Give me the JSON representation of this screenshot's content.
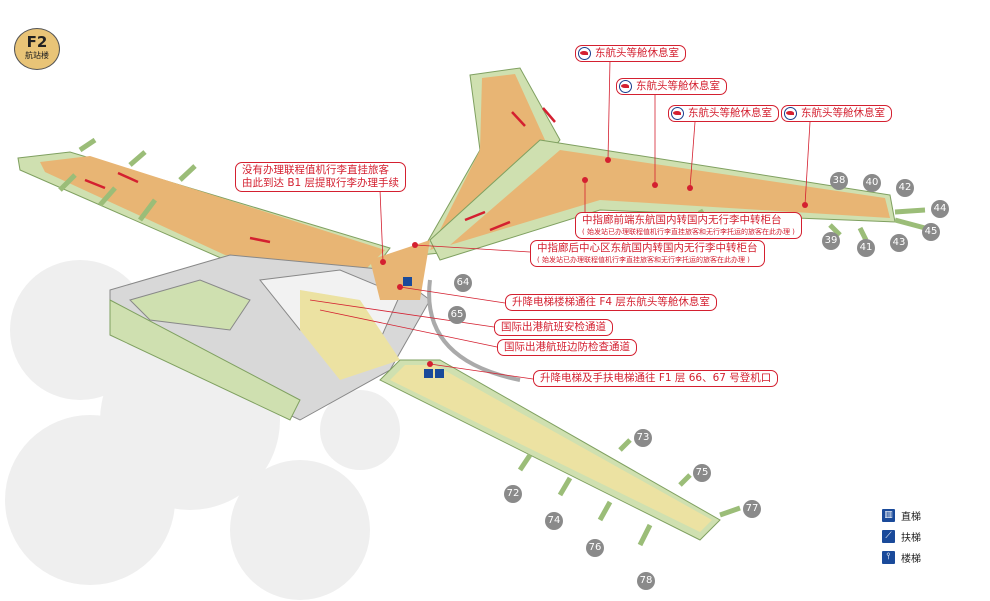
{
  "badge": {
    "floor": "F2",
    "building": "航站楼"
  },
  "lounges": [
    "东航头等舱休息室",
    "东航头等舱休息室",
    "东航头等舱休息室",
    "东航头等舱休息室"
  ],
  "callouts": {
    "baggage_line1": "没有办理联程值机行李直挂旅客",
    "baggage_line2": "由此到达 B1 层提取行李办理手续",
    "front_counter": "中指廊前端东航国内转国内无行李中转柜台",
    "front_counter_note": "( 始发站已办理联程值机行李直挂旅客和无行李托运的旅客在此办理 )",
    "rear_counter": "中指廊后中心区东航国内转国内无行李中转柜台",
    "rear_counter_note": "( 始发站已办理联程值机行李直挂旅客和无行李托运的旅客在此办理 )",
    "f4_elevator": "升降电梯楼梯通往 F4 层东航头等舱休息室",
    "security": "国际出港航班安检通道",
    "border": "国际出港航班边防检查通道",
    "f1_elevator": "升降电梯及手扶电梯通往 F1 层 66、67 号登机口"
  },
  "gates": [
    "38",
    "40",
    "42",
    "44",
    "45",
    "43",
    "41",
    "39",
    "64",
    "65",
    "73",
    "75",
    "77",
    "78",
    "76",
    "74",
    "72"
  ],
  "legend": [
    {
      "icon": "elevator-icon",
      "glyph": "▥",
      "label": "直梯"
    },
    {
      "icon": "escalator-icon",
      "glyph": "⟋",
      "label": "扶梯"
    },
    {
      "icon": "stairs-icon",
      "glyph": "⫯",
      "label": "楼梯"
    }
  ],
  "colors": {
    "accent": "#d42030",
    "pier": "#e8b574",
    "corridor": "#cfe0b0",
    "south_pier": "#ece2a2",
    "brand": "#1a4a9a"
  }
}
